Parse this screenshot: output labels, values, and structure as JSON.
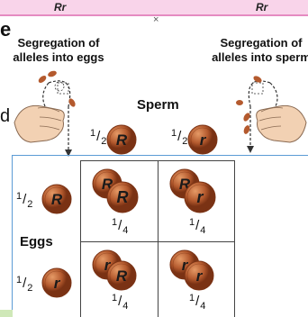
{
  "parents": {
    "left_genotype": "Rr",
    "cross_symbol": "×",
    "right_genotype": "Rr"
  },
  "captions": {
    "eggs_line1": "Segregation of",
    "eggs_line2": "alleles into eggs",
    "sperm_line1": "Segregation of",
    "sperm_line2": "alleles into sperm"
  },
  "margin_fragments": {
    "e": "e",
    "d": "d"
  },
  "headers": {
    "sperm": "Sperm",
    "eggs": "Eggs"
  },
  "fraction": {
    "numerator": "1",
    "slash": "/",
    "half_denominator": "2",
    "quarter_denominator": "4"
  },
  "alleles": {
    "dominant": "R",
    "recessive": "r"
  },
  "punnett": [
    {
      "coins": [
        "R",
        "R"
      ],
      "probability": "1/4"
    },
    {
      "coins": [
        "R",
        "r"
      ],
      "probability": "1/4"
    },
    {
      "coins": [
        "r",
        "R"
      ],
      "probability": "1/4"
    },
    {
      "coins": [
        "r",
        "r"
      ],
      "probability": "1/4"
    }
  ],
  "colors": {
    "coin": "#b45a2e",
    "coin_light": "#e59a66",
    "coin_dark": "#7a3214",
    "header_bar": "#f9d4ea",
    "hand": "#f2d1b3"
  }
}
